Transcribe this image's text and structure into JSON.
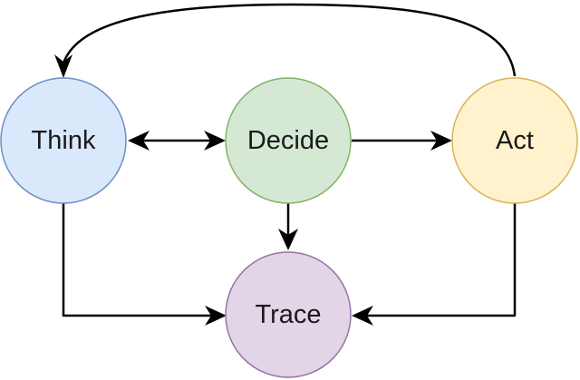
{
  "diagram": {
    "nodes": [
      {
        "id": "think",
        "label": "Think",
        "fill": "#dae8fc",
        "stroke": "#6c8ebf"
      },
      {
        "id": "decide",
        "label": "Decide",
        "fill": "#d5e8d4",
        "stroke": "#82b366"
      },
      {
        "id": "act",
        "label": "Act",
        "fill": "#fff2cc",
        "stroke": "#d6b656"
      },
      {
        "id": "trace",
        "label": "Trace",
        "fill": "#e1d5e7",
        "stroke": "#9673a6"
      }
    ],
    "edges": [
      {
        "from": "think",
        "to": "decide",
        "bidirectional": true
      },
      {
        "from": "decide",
        "to": "act"
      },
      {
        "from": "decide",
        "to": "trace"
      },
      {
        "from": "act",
        "to": "think"
      },
      {
        "from": "think",
        "to": "trace"
      },
      {
        "from": "act",
        "to": "trace"
      }
    ],
    "edge_color": "#000000"
  }
}
